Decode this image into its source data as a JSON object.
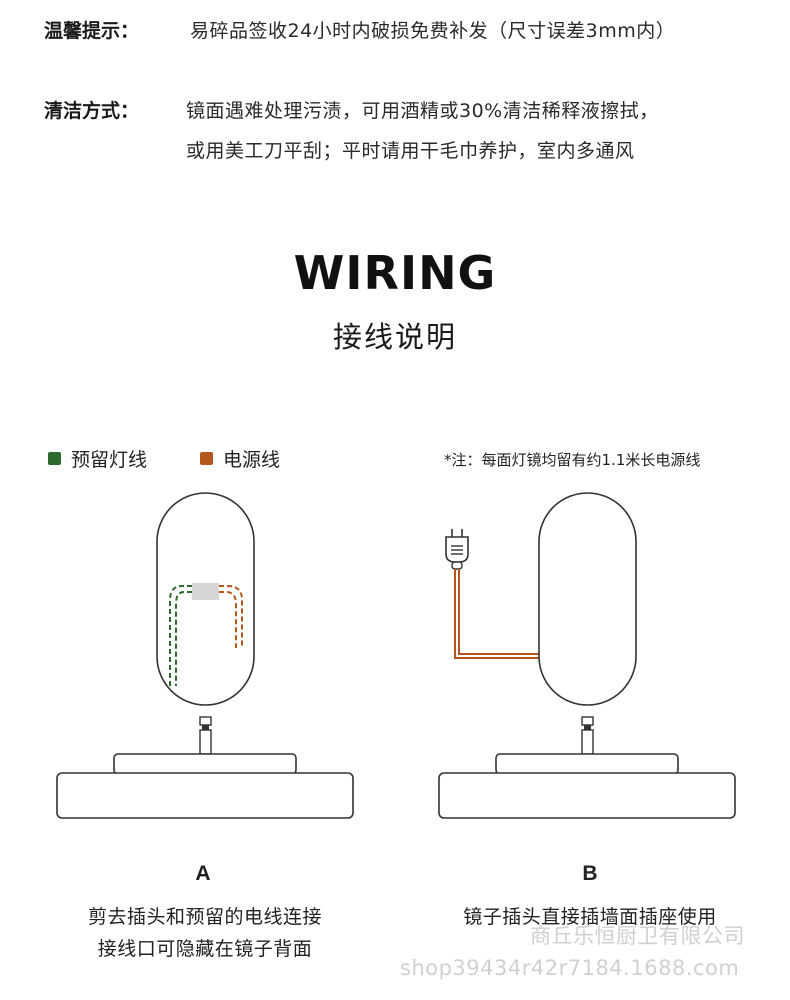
{
  "tips": {
    "reminder_label": "温馨提示：",
    "reminder_text": "易碎品签收24小时内破损免费补发（尺寸误差3mm内）",
    "cleaning_label": "清洁方式：",
    "cleaning_line1": "镜面遇难处理污渍，可用酒精或30%清洁稀释液擦拭，",
    "cleaning_line2": "或用美工刀平刮；平时请用干毛巾养护，室内多通风"
  },
  "heading": {
    "english": "WIRING",
    "chinese": "接线说明"
  },
  "legend": {
    "reserved_wire_label": "预留灯线",
    "reserved_wire_color": "#2d6a2d",
    "power_wire_label": "电源线",
    "power_wire_color": "#b4561e",
    "note": "*注：每面灯镜均留有约1.1米长电源线"
  },
  "diagram_a": {
    "letter": "A",
    "caption_line1": "剪去插头和预留的电线连接",
    "caption_line2": "接线口可隐藏在镜子背面"
  },
  "diagram_b": {
    "letter": "B",
    "caption_line1": "镜子插头直接插墙面插座使用"
  },
  "watermark": {
    "line1": "商丘乐恒厨卫有限公司",
    "line2": "shop39434r42r7184.1688.com"
  }
}
